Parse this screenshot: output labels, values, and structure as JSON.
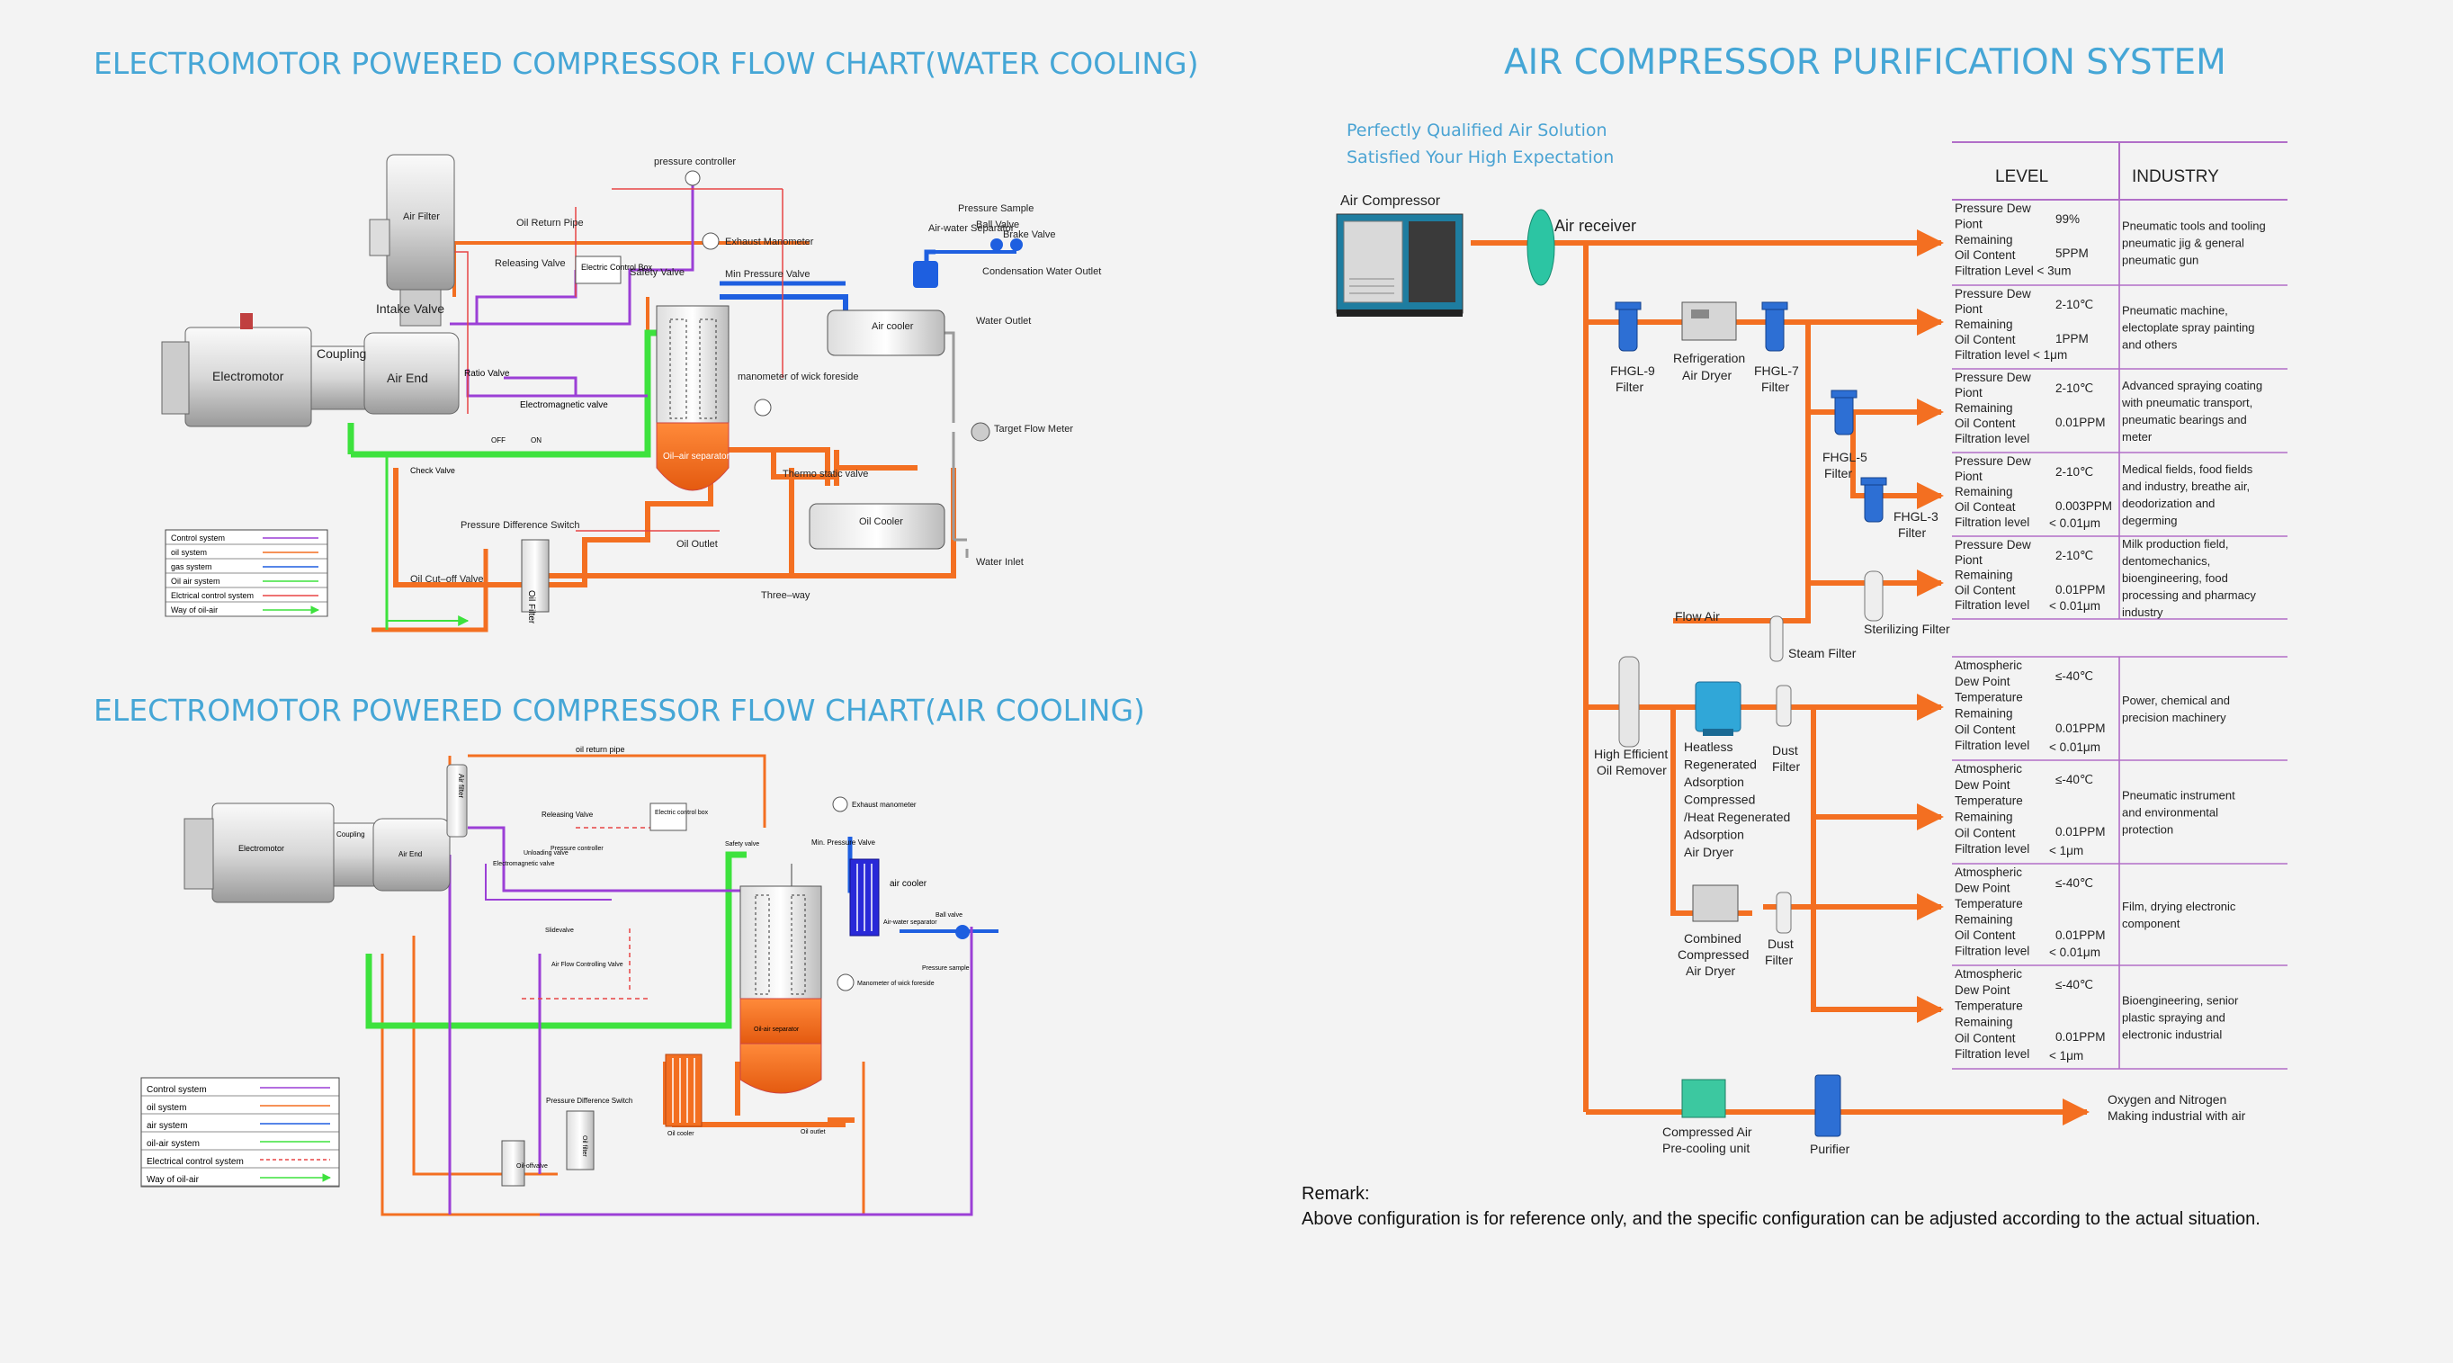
{
  "titles": {
    "water_cooling": "ELECTROMOTOR POWERED COMPRESSOR FLOW CHART(WATER COOLING)",
    "air_cooling": "ELECTROMOTOR POWERED COMPRESSOR FLOW CHART(AIR COOLING)",
    "purification": "AIR COMPRESSOR PURIFICATION SYSTEM"
  },
  "slogan": [
    "Perfectly Qualified Air Solution",
    "Satisfied Your High Expectation"
  ],
  "colors": {
    "title": "#45a6d6",
    "pipe_orange": "#f36f21",
    "pipe_green": "#3de23d",
    "pipe_blue": "#1e5fe0",
    "pipe_purple": "#9b3fd6",
    "filter_blue": "#2d6fd4"
  },
  "water_chart": {
    "labels": {
      "pressure_controller": "pressure controller",
      "air_filter": "Air Filter",
      "oil_return_pipe": "Oil Return Pipe",
      "pressure_sample": "Pressure Sample",
      "ball_valve": "Ball Valve",
      "brake_valve": "Brake Valve",
      "air_water_separator": "Air-water Separator",
      "releasing_valve": "Releasing Valve",
      "electric_control_box": "Electric Control Box",
      "safety_valve": "Safety Valve",
      "exhaust_manometer": "Exhaust Manometer",
      "min_pressure_valve": "Min Pressure Valve",
      "condensation_water_outlet": "Condensation Water Outlet",
      "intake_valve": "Intake Valve",
      "electromotor": "Electromotor",
      "coupling": "Coupling",
      "air_end": "Air End",
      "ratio_valve": "Ratio Valve",
      "electromagnetic_valve": "Electromagnetic valve",
      "air_cooler": "Air cooler",
      "water_outlet": "Water Outlet",
      "manometer_wick": "manometer of wick foreside",
      "target_flow_meter": "Target Flow Meter",
      "oil_air_separator": "Oil–air separator",
      "thermo_static_valve": "Thermo static valve",
      "check_valve": "Check Valve",
      "oil_cooler": "Oil Cooler",
      "pressure_difference_switch": "Pressure Difference Switch",
      "oil_outlet": "Oil Outlet",
      "water_inlet": "Water Inlet",
      "oil_filter": "Oil Filter",
      "oil_cut_off_valve": "Oil Cut–off Valve",
      "three_way": "Three–way",
      "off": "OFF",
      "on": "ON"
    },
    "legend": [
      {
        "name": "Control system",
        "color": "#9b3fd6",
        "style": "solid"
      },
      {
        "name": "oil system",
        "color": "#f36f21",
        "style": "solid"
      },
      {
        "name": "gas system",
        "color": "#1e5fe0",
        "style": "solid"
      },
      {
        "name": "Oil air system",
        "color": "#3de23d",
        "style": "solid"
      },
      {
        "name": "Elctrical control system",
        "color": "#e84545",
        "style": "solid"
      },
      {
        "name": "Way of oil-air",
        "color": "#3de23d",
        "style": "arrow"
      }
    ]
  },
  "air_chart": {
    "labels": {
      "oil_return_pipe": "oil return pipe",
      "electromotor": "Electromotor",
      "coupling": "Coupling",
      "air_end": "Air End",
      "air_filter": "Air filter",
      "releasing_valve": "Releasing Valve",
      "electric_control_box": "Electric control box",
      "exhaust_manometer": "Exhaust manometer",
      "pressure_controller": "Pressure controller",
      "safety_valve": "Safety valve",
      "min_pressure_valve": "Min. Pressure Valve",
      "unloading_valve": "Unloading valve",
      "electromagnetic_valve": "Electromagnetic valve",
      "air_cooler": "air cooler",
      "ball_valve": "Ball valve",
      "air_water_separator": "Air-water separator",
      "slidevalve": "Slidevalve",
      "air_flow_controlling_valve": "Air Flow Controlling Valve",
      "pressure_sample": "Pressure sample",
      "manometer_wick": "Manometer of wick foreside",
      "oil_air_separator": "Oil-air separator",
      "pressure_difference_switch": "Pressure Difference Switch",
      "oil_cooler": "Oil cooler",
      "oil_outlet": "Oil outlet",
      "oil_filter": "Oil filter",
      "oil_offvalve": "Oil-offvalve"
    },
    "legend": [
      {
        "name": "Control system",
        "color": "#9b3fd6",
        "style": "solid"
      },
      {
        "name": "oil system",
        "color": "#f36f21",
        "style": "solid"
      },
      {
        "name": "air system",
        "color": "#1e5fe0",
        "style": "solid"
      },
      {
        "name": "oil-air system",
        "color": "#3de23d",
        "style": "solid"
      },
      {
        "name": "Electrical control system",
        "color": "#e84545",
        "style": "dashed"
      },
      {
        "name": "Way of oil-air",
        "color": "#3de23d",
        "style": "arrow"
      }
    ]
  },
  "purification": {
    "air_compressor": "Air Compressor",
    "air_receiver": "Air receiver",
    "fhgl9": [
      "FHGL-9",
      "Filter"
    ],
    "refrigeration": [
      "Refrigeration",
      "Air Dryer"
    ],
    "fhgl7": [
      "FHGL-7",
      "Filter"
    ],
    "fhgl5": [
      "FHGL-5",
      "Filter"
    ],
    "fhgl3": [
      "FHGL-3",
      "Filter"
    ],
    "flow_air": "Flow Air",
    "steam_filter": "Steam Filter",
    "sterilizing_filter": "Sterilizing Filter",
    "oil_remover": [
      "High Efficient",
      "Oil Remover"
    ],
    "heatless": [
      "Heatless",
      "Regenerated",
      "Adsorption",
      "Compressed",
      "/Heat Regenerated",
      "Adsorption",
      "Air Dryer"
    ],
    "dust1": [
      "Dust",
      "Filter"
    ],
    "combined": [
      "Combined",
      "Compressed",
      "Air Dryer"
    ],
    "dust2": [
      "Dust",
      "Filter"
    ],
    "precooling": [
      "Compressed Air",
      "Pre-cooling unit"
    ],
    "purifier": "Purifier",
    "oxygen": [
      "Oxygen and Nitrogen",
      "Making industrial with air"
    ],
    "table_headers": {
      "level": "LEVEL",
      "industry": "INDUSTRY"
    },
    "rows": [
      {
        "lines": [
          "Pressure Dew",
          "Piont",
          "Remaining",
          "Oil Content",
          "Filtration Level < 3um"
        ],
        "v1": "99%",
        "v2": "5PPM",
        "v3": "",
        "industry": [
          "Pneumatic tools and tooling",
          "pneumatic jig & general",
          "pneumatic gun"
        ]
      },
      {
        "lines": [
          "Pressure Dew",
          "Piont",
          "Remaining",
          "Oil Content",
          "Filtration level < 1μm"
        ],
        "v1": "2-10℃",
        "v2": "1PPM",
        "v3": "",
        "industry": [
          "Pneumatic machine,",
          "electoplate spray painting",
          "and others"
        ]
      },
      {
        "lines": [
          "Pressure Dew",
          "Piont",
          "Remaining",
          "Oil Content",
          "Filtration level"
        ],
        "v1": "2-10℃",
        "v2": "0.01PPM",
        "v3": "",
        "industry": [
          "Advanced spraying coating",
          "with pneumatic transport,",
          "pneumatic bearings and",
          "meter"
        ]
      },
      {
        "lines": [
          "Pressure Dew",
          "Piont",
          "Remaining",
          "Oil Conteat",
          "Filtration level"
        ],
        "v1": "2-10℃",
        "v2": "0.003PPM",
        "v3": "< 0.01μm",
        "industry": [
          "Medical fields, food fields",
          "and industry, breathe air,",
          "deodorization and",
          "degerming"
        ]
      },
      {
        "lines": [
          "Pressure Dew",
          "Piont",
          "Remaining",
          "Oil Content",
          "Filtration level"
        ],
        "v1": "2-10℃",
        "v2": "0.01PPM",
        "v3": "< 0.01μm",
        "industry": [
          "Milk production field,",
          "dentomechanics,",
          "bioengineering, food",
          "processing and pharmacy",
          "industry"
        ]
      },
      {
        "lines": [
          "Atmospheric",
          "Dew Point",
          "Temperature",
          "Remaining",
          "Oil Content",
          "Filtration level"
        ],
        "v1": "≤-40℃",
        "v2": "0.01PPM",
        "v3": "< 0.01μm",
        "industry": [
          "Power, chemical and",
          "precision machinery"
        ]
      },
      {
        "lines": [
          "Atmospheric",
          "Dew Point",
          "Temperature",
          "Remaining",
          "Oil Content",
          "Filtration level"
        ],
        "v1": "≤-40℃",
        "v2": "0.01PPM",
        "v3": "< 1μm",
        "industry": [
          "Pneumatic instrument",
          "and environmental",
          "protection"
        ]
      },
      {
        "lines": [
          "Atmospheric",
          "Dew Point",
          "Temperature",
          "Remaining",
          "Oil Content",
          "Filtration level"
        ],
        "v1": "≤-40℃",
        "v2": "0.01PPM",
        "v3": "< 0.01μm",
        "industry": [
          "Film, drying electronic",
          "component"
        ]
      },
      {
        "lines": [
          "Atmospheric",
          "Dew Point",
          "Temperature",
          "Remaining",
          "Oil Content",
          "Filtration level"
        ],
        "v1": "≤-40℃",
        "v2": "0.01PPM",
        "v3": "< 1μm",
        "industry": [
          "Bioengineering, senior",
          "plastic spraying and",
          "electronic industrial"
        ]
      }
    ]
  },
  "remark": {
    "title": "Remark:",
    "text": "Above configuration is for reference only, and the specific configuration can be adjusted according to the actual situation."
  }
}
